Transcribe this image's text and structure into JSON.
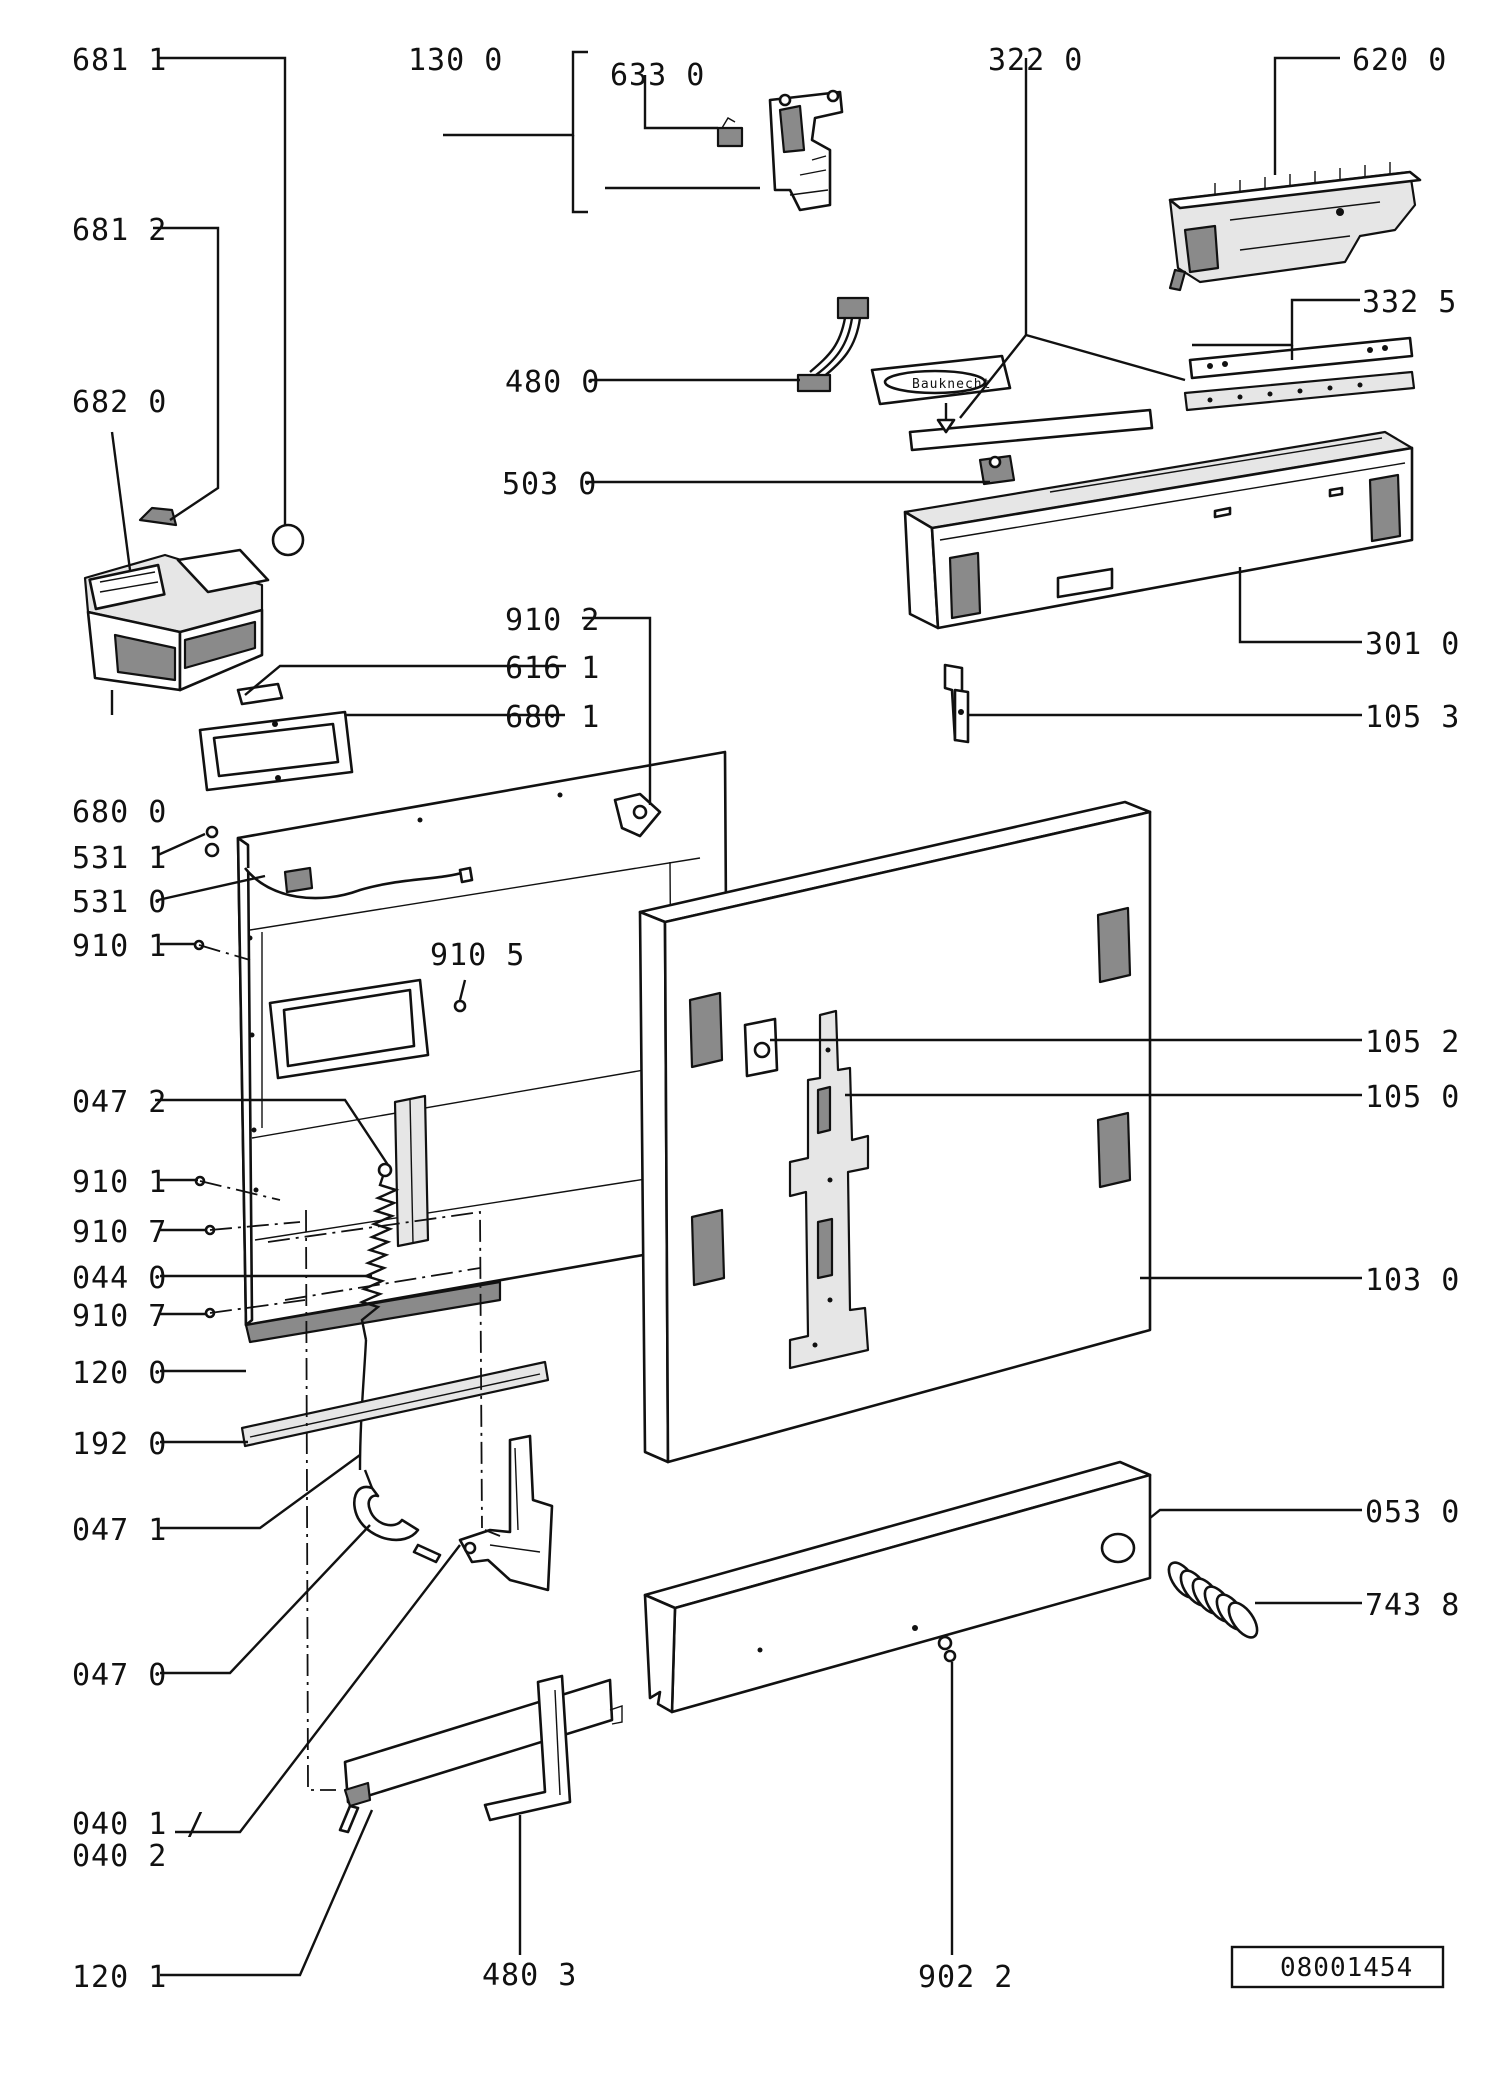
{
  "drawing_number": "08001454",
  "labels": {
    "l6811": "681 1",
    "l6812": "681 2",
    "l6820": "682 0",
    "l6800": "680 0",
    "l5311": "531 1",
    "l5310": "531 0",
    "l9101a": "910 1",
    "l0472": "047 2",
    "l9101b": "910 1",
    "l9107a": "910 7",
    "l0440": "044 0",
    "l9107b": "910 7",
    "l1200": "120 0",
    "l1920": "192 0",
    "l0471": "047 1",
    "l0470": "047 0",
    "l0401": "040 1 /",
    "l0402": "040 2",
    "l1201": "120 1",
    "l1300": "130 0",
    "l6330": "633 0",
    "l3220": "322 0",
    "l6200": "620 0",
    "l3325": "332 5",
    "l4800": "480 0",
    "l5030": "503 0",
    "l9102": "910 2",
    "l6161": "616 1",
    "l6801": "680 1",
    "l3010": "301 0",
    "l1053": "105 3",
    "l9105": "910 5",
    "l1052": "105 2",
    "l1050": "105 0",
    "l1030": "103 0",
    "l0530": "053 0",
    "l7438": "743 8",
    "l4803": "480 3",
    "l9022": "902 2"
  },
  "brand_label": "Bauknecht"
}
